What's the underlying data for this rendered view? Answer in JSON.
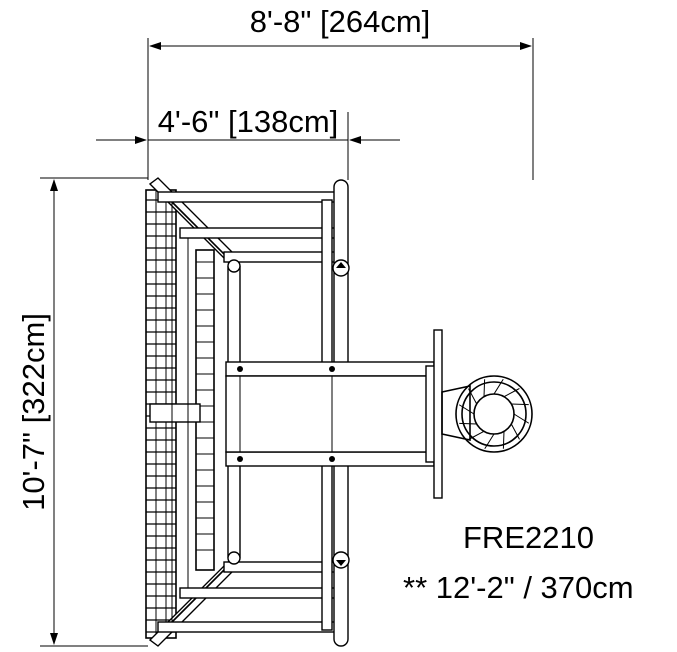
{
  "dimensions": {
    "overall_width": "8'-8\" [264cm]",
    "inner_width": "4'-6\" [138cm]",
    "overall_length": "10'-7\" [322cm]"
  },
  "product": {
    "model": "FRE2210",
    "height_note": "** 12'-2\" / 370cm"
  }
}
